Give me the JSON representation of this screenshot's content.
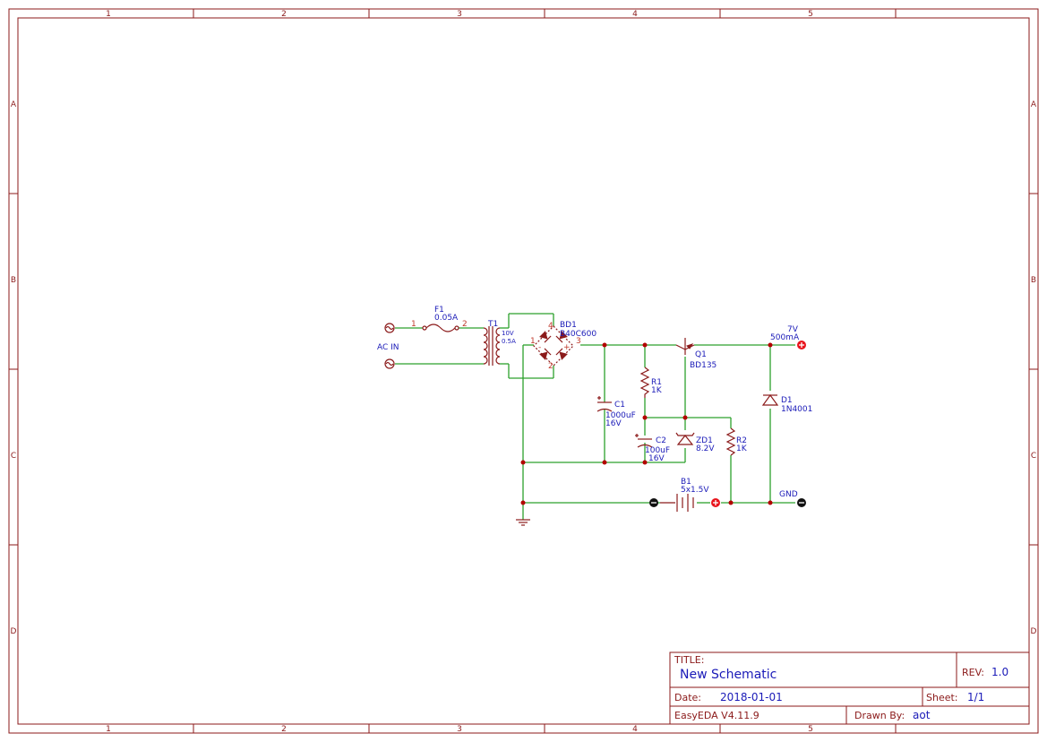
{
  "frame": {
    "columns": [
      "1",
      "2",
      "3",
      "4",
      "5"
    ],
    "rows": [
      "A",
      "B",
      "C",
      "D"
    ]
  },
  "labels": {
    "ac_in": "AC IN",
    "f1_ref": "F1",
    "f1_val": "0.05A",
    "f1_pin1": "1",
    "f1_pin2": "2",
    "t1_ref": "T1",
    "t1_v": "10V",
    "t1_a": "0.5A",
    "bd1_ref": "BD1",
    "bd1_val": "B40C600",
    "bd1_pin1": "1",
    "bd1_pin2": "2",
    "bd1_pin3": "3",
    "bd1_pin4": "4",
    "bd1_minus": "-",
    "bd1_plus": "+",
    "c1_ref": "C1",
    "c1_val": "1000uF",
    "c1_volt": "16V",
    "c2_ref": "C2",
    "c2_val": "100uF",
    "c2_volt": "16V",
    "r1_ref": "R1",
    "r1_val": "1K",
    "r2_ref": "R2",
    "r2_val": "1K",
    "q1_ref": "Q1",
    "q1_val": "BD135",
    "zd1_ref": "ZD1",
    "zd1_val": "8.2V",
    "d1_ref": "D1",
    "d1_val": "1N4001",
    "b1_ref": "B1",
    "b1_val": "5x1.5V",
    "out_v": "7V",
    "out_i": "500mA",
    "gnd": "GND"
  },
  "title_block": {
    "title_label": "TITLE:",
    "title_value": "New Schematic",
    "rev_label": "REV:",
    "rev_value": "1.0",
    "date_label": "Date:",
    "date_value": "2018-01-01",
    "sheet_label": "Sheet:",
    "sheet_value": "1/1",
    "software": "EasyEDA V4.11.9",
    "drawn_label": "Drawn By:",
    "drawn_value": "aot"
  },
  "colors": {
    "frame": "#8b1a1a",
    "wire": "#2ca02c",
    "text": "#1a1ab8",
    "junction": "#b30000",
    "port_positive": "#e8141c",
    "port_negative": "#111111"
  }
}
